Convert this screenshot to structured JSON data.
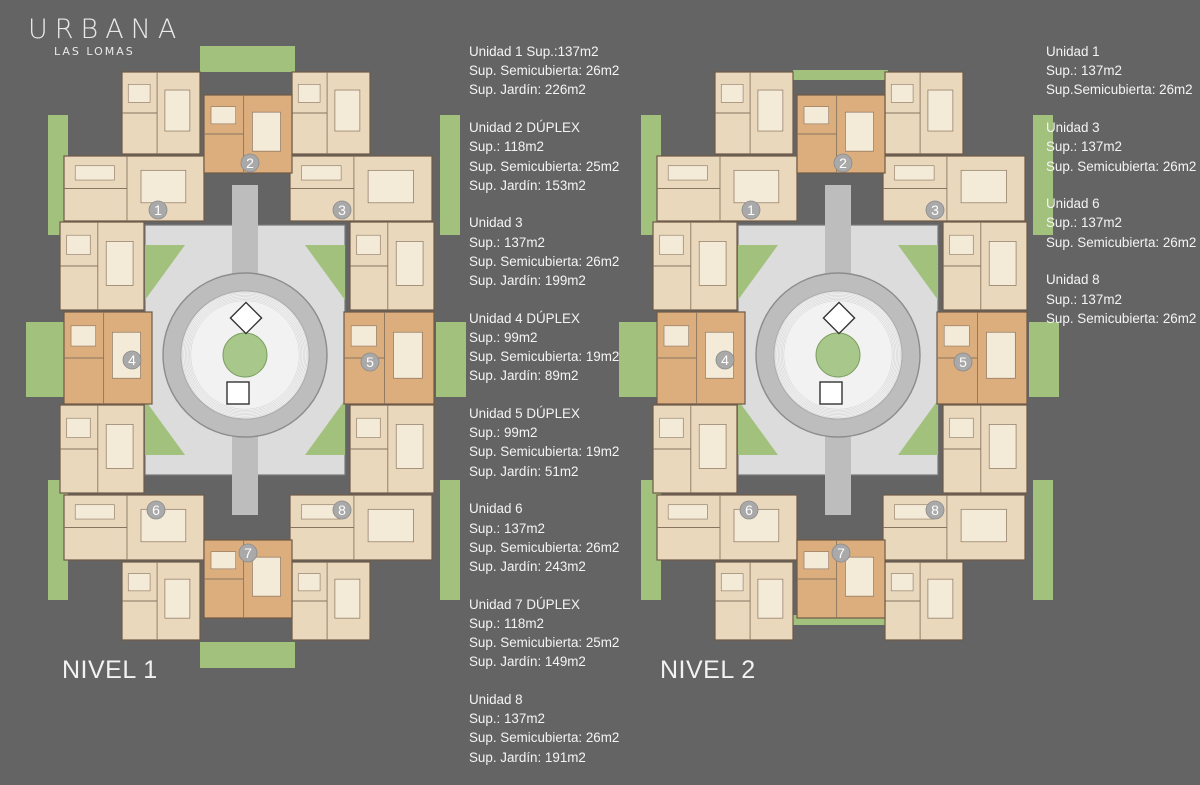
{
  "brand": {
    "name": "URBANA",
    "subtitle": "LAS LOMAS"
  },
  "levels": [
    {
      "label": "NIVEL 1",
      "units": [
        {
          "lines": [
            "Unidad 1 Sup.:137m2",
            "Sup. Semicubierta: 26m2",
            "Sup. Jardín: 226m2"
          ]
        },
        {
          "lines": [
            "Unidad 2 DÚPLEX",
            "Sup.: 118m2",
            "Sup. Semicubierta: 25m2",
            "Sup. Jardín: 153m2"
          ]
        },
        {
          "lines": [
            "Unidad 3",
            "Sup.: 137m2",
            "Sup. Semicubierta: 26m2",
            "Sup. Jardín: 199m2"
          ]
        },
        {
          "lines": [
            "Unidad 4 DÚPLEX",
            "Sup.: 99m2",
            "Sup. Semicubierta: 19m2",
            "Sup. Jardín: 89m2"
          ]
        },
        {
          "lines": [
            "Unidad 5 DÚPLEX",
            "Sup.: 99m2",
            "Sup. Semicubierta: 19m2",
            "Sup. Jardín: 51m2"
          ]
        },
        {
          "lines": [
            "Unidad 6",
            "Sup.: 137m2",
            "Sup. Semicubierta: 26m2",
            "Sup. Jardín: 243m2"
          ]
        },
        {
          "lines": [
            "Unidad 7  DÚPLEX",
            "Sup.: 118m2",
            "Sup. Semicubierta: 25m2",
            "Sup. Jardín: 149m2"
          ]
        },
        {
          "lines": [
            "Unidad 8",
            "Sup.: 137m2",
            "Sup. Semicubierta: 26m2",
            "Sup. Jardín: 191m2"
          ]
        }
      ]
    },
    {
      "label": "NIVEL 2",
      "units": [
        {
          "lines": [
            "Unidad 1",
            "Sup.: 137m2",
            "Sup.Semicubierta: 26m2"
          ]
        },
        {
          "lines": [
            "Unidad 3",
            "Sup.: 137m2",
            "Sup. Semicubierta: 26m2"
          ]
        },
        {
          "lines": [
            "Unidad 6",
            "Sup.: 137m2",
            "Sup. Semicubierta: 26m2"
          ]
        },
        {
          "lines": [
            "Unidad 8",
            "Sup.: 137m2",
            "Sup. Semicubierta: 26m2"
          ]
        }
      ]
    }
  ],
  "unit_markers": {
    "level1": [
      "1",
      "2",
      "3",
      "4",
      "5",
      "6",
      "7",
      "8"
    ],
    "level2": [
      "1",
      "2",
      "3",
      "4",
      "5",
      "6",
      "7",
      "8"
    ]
  },
  "colors": {
    "background": "#646464",
    "unit_fill": "#ead8bd",
    "duplex_fill": "#dcae7e",
    "garden": "#a2c17c",
    "plaza": "#bdbdbd",
    "text": "#f4f4f4"
  }
}
